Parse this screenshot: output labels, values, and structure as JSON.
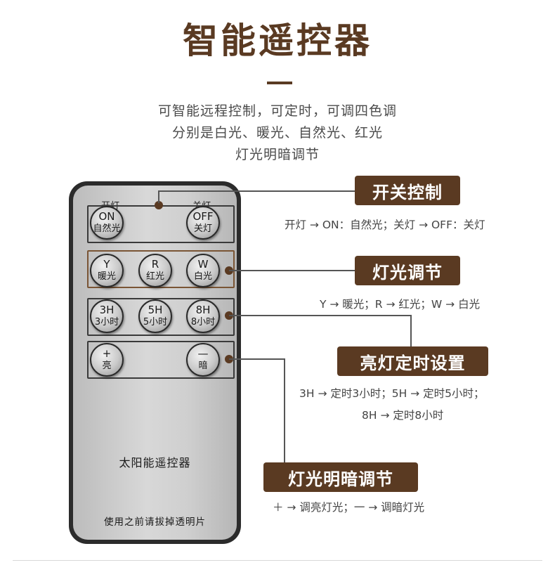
{
  "header": {
    "title": "智能遥控器",
    "desc_lines": [
      "可智能远程控制，可定时，可调四色调",
      "分别是白光、暖光、自然光、红光",
      "灯光明暗调节"
    ]
  },
  "remote": {
    "label_on": "开灯",
    "label_off": "关灯",
    "buttons": {
      "on": [
        "ON",
        "自然光"
      ],
      "off": [
        "OFF",
        "关灯"
      ],
      "y": [
        "Y",
        "暖光"
      ],
      "r": [
        "R",
        "红光"
      ],
      "w": [
        "W",
        "白光"
      ],
      "h3": [
        "3H",
        "3小时"
      ],
      "h5": [
        "5H",
        "5小时"
      ],
      "h8": [
        "8H",
        "8小时"
      ],
      "plus": [
        "+",
        "亮"
      ],
      "minus": [
        "—",
        "暗"
      ]
    },
    "brand": "太阳能遥控器",
    "note": "使用之前请拔掉透明片"
  },
  "callouts": {
    "switch": {
      "tag": "开关控制",
      "caption": "开灯 → ON：自然光；关灯 → OFF：关灯"
    },
    "color": {
      "tag": "灯光调节",
      "caption": "Y → 暖光；R → 红光；W → 白光"
    },
    "timer": {
      "tag": "亮灯定时设置",
      "caption_1": "3H → 定时3小时；5H → 定时5小时；",
      "caption_2": "8H → 定时8小时"
    },
    "dim": {
      "tag": "灯光明暗调节",
      "caption": "＋ → 调亮灯光；一 → 调暗灯光"
    }
  },
  "colors": {
    "accent": "#5a3a22",
    "remote_body": "#2b2b2b"
  }
}
